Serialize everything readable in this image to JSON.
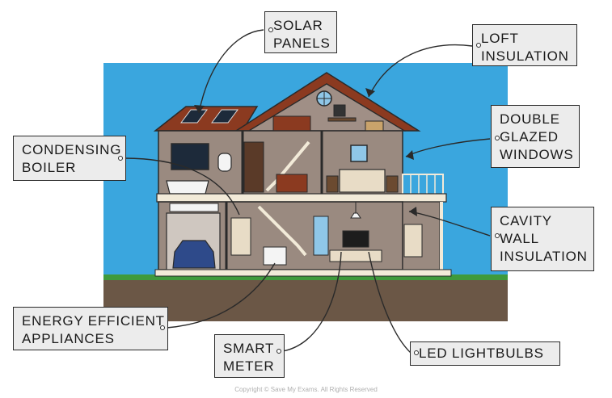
{
  "colors": {
    "sky": "#3aa6de",
    "ground": "#6b5746",
    "grass": "#3f9a3c",
    "roof": "#8b3a20",
    "wall_interior": "#9a8a80",
    "floor_beam": "#f2ead8",
    "tag_fill": "#ececec",
    "outline": "#2a2a2a"
  },
  "labels": {
    "solar_panels": [
      "SOLAR",
      "PANELS"
    ],
    "loft_insulation": [
      "LOFT",
      "INSULATION"
    ],
    "double_glazed_windows": [
      "DOUBLE",
      "GLAZED",
      "WINDOWS"
    ],
    "condensing_boiler": [
      "CONDENSING",
      "BOILER"
    ],
    "cavity_wall_insulation": [
      "CAVITY",
      "WALL",
      "INSULATION"
    ],
    "energy_efficient_appliances": [
      "ENERGY EFFICIENT",
      "APPLIANCES"
    ],
    "smart_meter": [
      "SMART",
      "METER"
    ],
    "led_lightbulbs": [
      "LED LIGHTBULBS"
    ]
  },
  "copyright": "Copyright © Save My Exams. All Rights Reserved"
}
